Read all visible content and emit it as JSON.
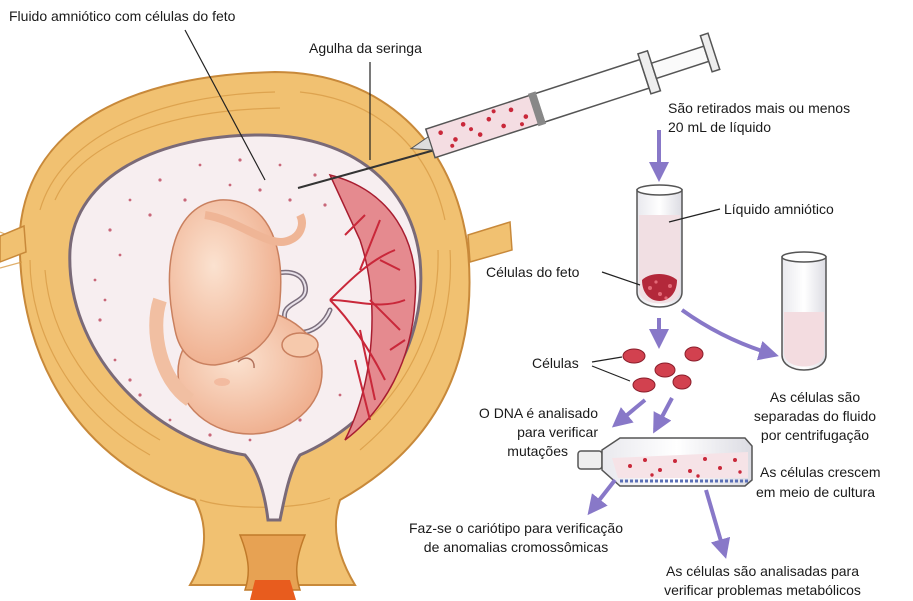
{
  "labels": {
    "fluid_cells": "Fluido amniótico com células do feto",
    "needle": "Agulha da seringa",
    "withdrawn_l1": "São retirados mais ou menos",
    "withdrawn_l2": "20 mL de líquido",
    "amniotic_liquid": "Líquido amniótico",
    "fetal_cells": "Células do feto",
    "cells": "Células",
    "dna_l1": "O DNA é analisado",
    "dna_l2": "para verificar",
    "dna_l3": "mutações",
    "separated_l1": "As células são",
    "separated_l2": "separadas do fluido",
    "separated_l3": "por centrifugação",
    "grow_l1": "As células crescem",
    "grow_l2": "em meio de cultura",
    "karyotype_l1": "Faz-se o cariótipo para verificação",
    "karyotype_l2": "de anomalias cromossômicas",
    "metabolic_l1": "As células são analisadas para",
    "metabolic_l2": "verificar problemas metabólicos"
  },
  "colors": {
    "uterus": "#f0bf6a",
    "fetus": "#f6c9ac",
    "placenta": "#c9283a",
    "arrow": "#8878c8",
    "cells": "#d2414f"
  }
}
